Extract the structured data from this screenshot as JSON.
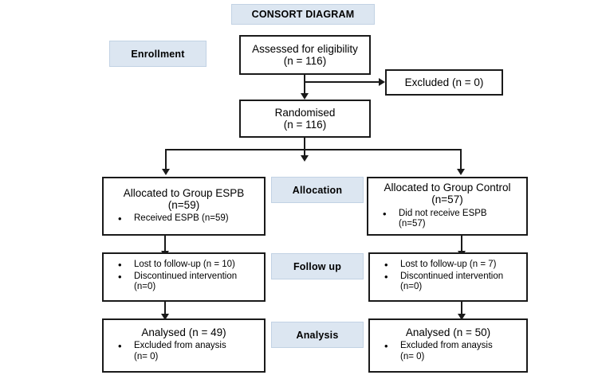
{
  "diagram": {
    "title": "CONSORT DIAGRAM",
    "accent_color": "#dce6f1",
    "line_color": "#1a1a1a",
    "stage_labels": {
      "enrollment": "Enrollment",
      "allocation": "Allocation",
      "follow_up": "Follow up",
      "analysis": "Analysis"
    },
    "nodes": {
      "assessed": {
        "line1": "Assessed for eligibility",
        "line2": "(n = 116)"
      },
      "excluded": {
        "line1": "Excluded (n = 0)"
      },
      "randomised": {
        "line1": "Randomised",
        "line2": "(n = 116)"
      },
      "alloc_espb": {
        "line1": "Allocated to Group ESPB",
        "line2": "(n=59)",
        "bullets": [
          {
            "text": "Received ESPB (n=59)",
            "cont": ""
          }
        ]
      },
      "alloc_control": {
        "line1": "Allocated to Group Control",
        "line2": "(n=57)",
        "bullets": [
          {
            "text": "Did not receive ESPB",
            "cont": "(n=57)"
          }
        ]
      },
      "followup_espb": {
        "line1": "",
        "line2": "",
        "bullets": [
          {
            "text": "Lost to follow-up (n = 10)",
            "cont": ""
          },
          {
            "text": "Discontinued intervention",
            "cont": "(n=0)"
          }
        ]
      },
      "followup_control": {
        "line1": "",
        "line2": "",
        "bullets": [
          {
            "text": "Lost to follow-up (n = 7)",
            "cont": ""
          },
          {
            "text": "Discontinued intervention",
            "cont": "(n=0)"
          }
        ]
      },
      "analysed_espb": {
        "line1": "Analysed (n = 49)",
        "line2": "",
        "bullets": [
          {
            "text": "Excluded from anaysis",
            "cont": "(n= 0)"
          }
        ]
      },
      "analysed_control": {
        "line1": "Analysed (n = 50)",
        "line2": "",
        "bullets": [
          {
            "text": "Excluded from anaysis",
            "cont": "(n= 0)"
          }
        ]
      }
    }
  }
}
